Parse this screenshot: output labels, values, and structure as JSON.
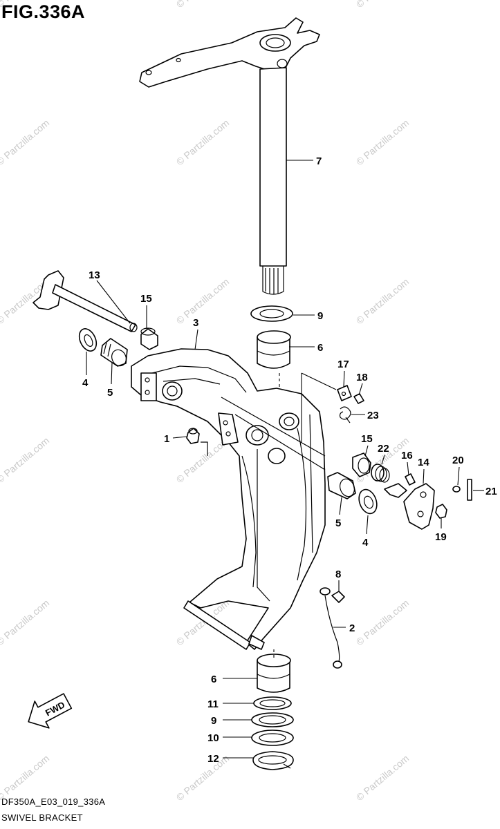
{
  "figure_title": "FIG.336A",
  "footer": {
    "code": "DF350A_E03_019_336A",
    "name": "SWIVEL BRACKET"
  },
  "fwd_label": "FWD",
  "watermark": "© Partzilla.com",
  "callouts": [
    "7",
    "13",
    "15",
    "3",
    "9",
    "6",
    "4",
    "5",
    "17",
    "18",
    "23",
    "1",
    "15",
    "22",
    "16",
    "14",
    "20",
    "21",
    "5",
    "4",
    "19",
    "8",
    "2",
    "6",
    "11",
    "9",
    "10",
    "12"
  ]
}
